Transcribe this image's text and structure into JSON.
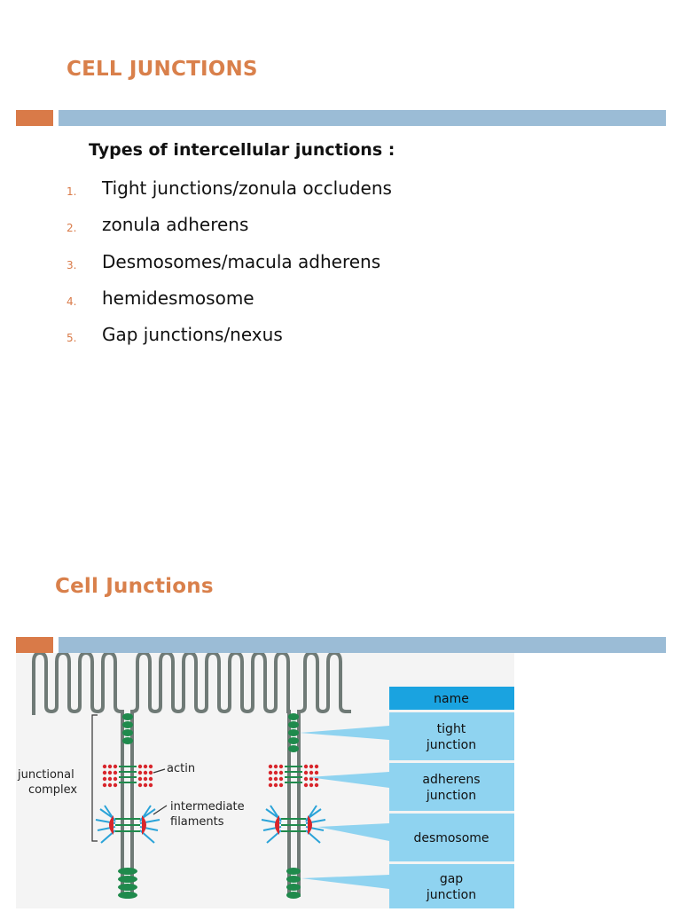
{
  "slide1": {
    "title": "CELL JUNCTIONS",
    "subtitle": "Types of intercellular junctions :",
    "items": [
      {
        "num": "1.",
        "text": "Tight junctions/zonula occludens"
      },
      {
        "num": "2.",
        "text": "zonula adherens"
      },
      {
        "num": "3.",
        "text": "Desmosomes/macula adherens"
      },
      {
        "num": "4.",
        "text": "hemidesmosome"
      },
      {
        "num": "5.",
        "text": "Gap junctions/nexus"
      }
    ]
  },
  "slide2": {
    "title": "Cell Junctions",
    "diagram": {
      "junctional_complex_line1": "junctional",
      "junctional_complex_line2": "complex",
      "actin_label": "actin",
      "intermediate_line1": "intermediate",
      "intermediate_line2": "filaments",
      "table_header": "name",
      "box1_line1": "tight",
      "box1_line2": "junction",
      "box2_line1": "adherens",
      "box2_line2": "junction",
      "box3": "desmosome",
      "box4_line1": "gap",
      "box4_line2": "junction"
    }
  },
  "colors": {
    "accent_orange": "#d97a48",
    "title_orange": "#d9804b",
    "bar_blue": "#9bbcd6",
    "box_blue": "#8fd3f0",
    "header_blue": "#1aa3e0"
  }
}
